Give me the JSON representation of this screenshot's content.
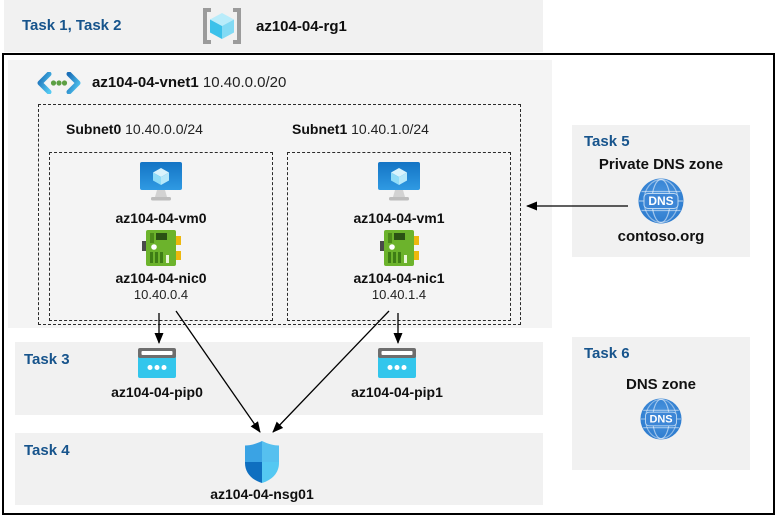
{
  "colors": {
    "accent": "#17548c",
    "band_gray": "#f1f1f1",
    "panel_gray": "#f4f4f4",
    "arrow": "#000000"
  },
  "header": {
    "task_label": "Task 1, Task 2",
    "resource_group": "az104-04-rg1"
  },
  "vnet": {
    "name": "az104-04-vnet1",
    "cidr": "10.40.0.0/20"
  },
  "subnets": [
    {
      "name": "Subnet0",
      "cidr": "10.40.0.0/24",
      "vm": "az104-04-vm0",
      "nic": "az104-04-nic0",
      "ip": "10.40.0.4"
    },
    {
      "name": "Subnet1",
      "cidr": "10.40.1.0/24",
      "vm": "az104-04-vm1",
      "nic": "az104-04-nic1",
      "ip": "10.40.1.4"
    }
  ],
  "task3": {
    "label": "Task 3",
    "pip0": "az104-04-pip0",
    "pip1": "az104-04-pip1"
  },
  "task4": {
    "label": "Task 4",
    "nsg": "az104-04-nsg01"
  },
  "task5": {
    "label": "Task 5",
    "title": "Private DNS zone",
    "zone": "contoso.org",
    "dns_icon_text": "DNS"
  },
  "task6": {
    "label": "Task 6",
    "title": "DNS zone",
    "dns_icon_text": "DNS"
  }
}
